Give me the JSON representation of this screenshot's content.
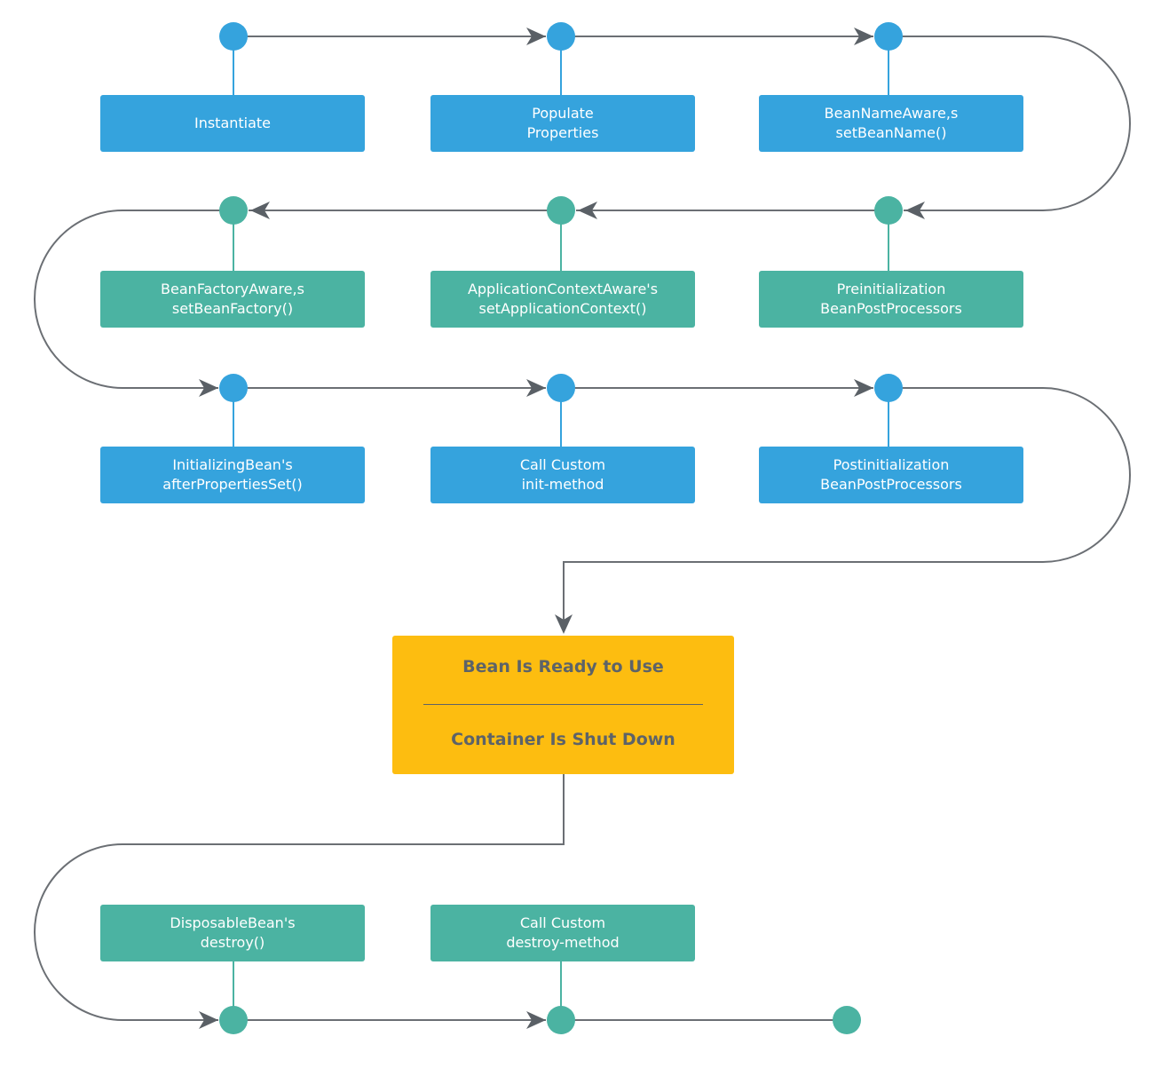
{
  "colors": {
    "blue": "#35a3dd",
    "teal": "#4bb3a2",
    "yellow": "#fdbd10",
    "line": "#6b6f74",
    "dark_text": "#5d6368"
  },
  "steps": [
    {
      "lines": [
        "Instantiate"
      ]
    },
    {
      "lines": [
        "Populate",
        "Properties"
      ]
    },
    {
      "lines": [
        "BeanNameAware,s",
        "setBeanName()"
      ]
    },
    {
      "lines": [
        "BeanFactoryAware,s",
        "setBeanFactory()"
      ]
    },
    {
      "lines": [
        "ApplicationContextAware's",
        "setApplicationContext()"
      ]
    },
    {
      "lines": [
        "Preinitialization",
        "BeanPostProcessors"
      ]
    },
    {
      "lines": [
        "InitializingBean's",
        "afterPropertiesSet()"
      ]
    },
    {
      "lines": [
        "Call Custom",
        "init-method"
      ]
    },
    {
      "lines": [
        "Postinitialization",
        "BeanPostProcessors"
      ]
    },
    {
      "lines": [
        "DisposableBean's",
        "destroy()"
      ]
    },
    {
      "lines": [
        "Call Custom",
        "destroy-method"
      ]
    }
  ],
  "ready_box": {
    "line1": "Bean Is Ready to Use",
    "line2": "Container Is Shut Down"
  }
}
